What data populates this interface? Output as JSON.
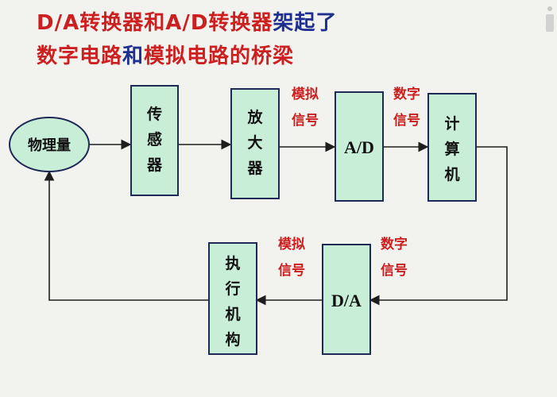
{
  "title": {
    "line1": [
      {
        "text": "D/A转换器和",
        "color": "red"
      },
      {
        "text": "A/D转换器",
        "color": "red"
      },
      {
        "text": "架起了",
        "color": "blue"
      }
    ],
    "line2": [
      {
        "text": "数字电路",
        "color": "red"
      },
      {
        "text": "和",
        "color": "blue"
      },
      {
        "text": "模拟电路的桥梁",
        "color": "red"
      }
    ]
  },
  "colors": {
    "title_red": "#cc1f1f",
    "title_blue": "#1f2f8f",
    "node_fill": "#c8eed8",
    "annotation": "#cc1f1f"
  },
  "diagram": {
    "nodes": {
      "physical": "物理量",
      "sensor": [
        "传",
        "感",
        "器"
      ],
      "amplifier": [
        "放",
        "大",
        "器"
      ],
      "adc": "A/D",
      "computer": [
        "计",
        "算",
        "机"
      ],
      "dac": "D/A",
      "actuator": [
        "执",
        "行",
        "机",
        "构"
      ]
    },
    "annotations": {
      "analog_top": [
        "模拟",
        "信号"
      ],
      "digital_top": [
        "数字",
        "信号"
      ],
      "analog_bottom": [
        "模拟",
        "信号"
      ],
      "digital_bottom": [
        "数字",
        "信号"
      ]
    }
  }
}
